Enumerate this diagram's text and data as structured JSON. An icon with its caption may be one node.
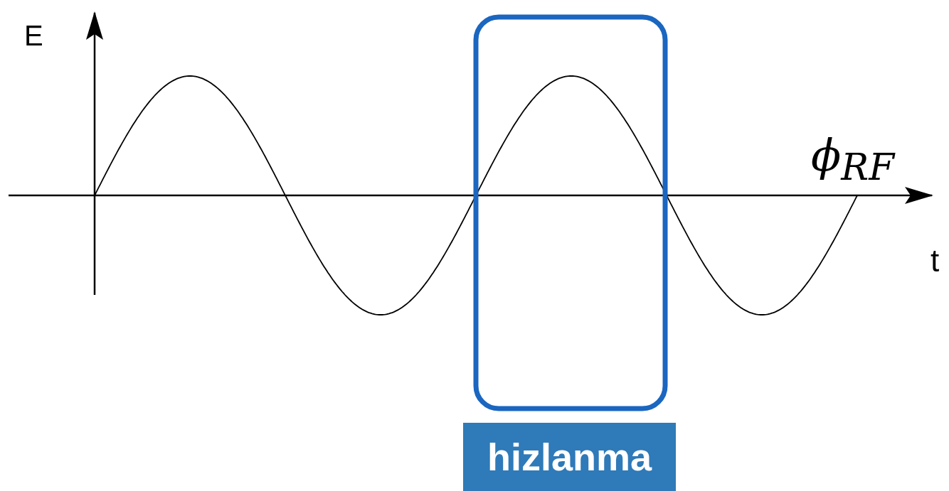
{
  "diagram": {
    "nodes": [
      {
        "text": [
          "hizlanma"
        ]
      }
    ],
    "labels": [
      "E",
      "ϕ$_{RF}$",
      "t"
    ]
  }
}
